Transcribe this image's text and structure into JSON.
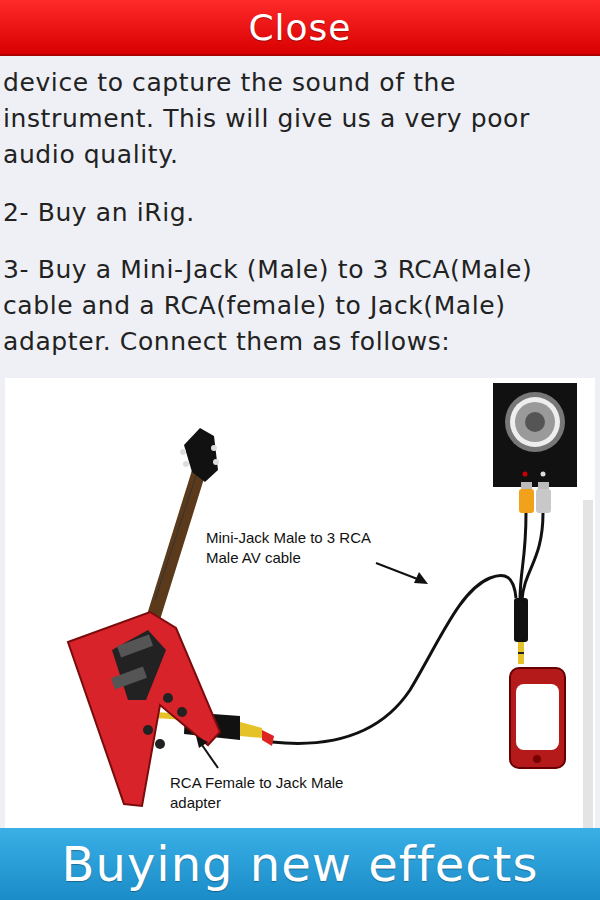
{
  "diagram": {
    "nodes": [
      {
        "text": [
          "Close"
        ]
      },
      {
        "text": [
          "Buying new effects"
        ]
      }
    ],
    "labels": [
      "device to capture the sound of the instrument. This will give us a very poor audio quality.",
      "2- Buy an iRig.",
      "3- Buy a Mini-Jack (Male) to 3 RCA(Male) cable and a RCA(female) to Jack(Male) adapter. Connect them as follows:",
      "Mini-Jack Male to 3 RCA Male AV cable",
      "RCA Female to Jack Male adapter"
    ]
  }
}
